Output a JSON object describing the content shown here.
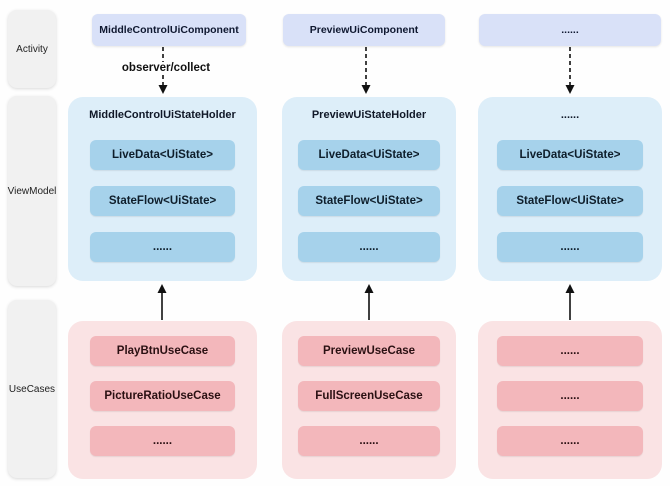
{
  "diagram": {
    "layers": [
      {
        "label": "Activity"
      },
      {
        "label": "ViewModel"
      },
      {
        "label": "UseCases"
      }
    ],
    "arrow_label": "observer/collect",
    "columns": [
      {
        "component": "MiddleControlUiComponent",
        "state_holder": {
          "title": "MiddleControlUiStateHolder",
          "items": [
            "LiveData<UiState>",
            "StateFlow<UiState>",
            "......"
          ]
        },
        "use_cases": [
          "PlayBtnUseCase",
          "PictureRatioUseCase",
          "......"
        ]
      },
      {
        "component": "PreviewUiComponent",
        "state_holder": {
          "title": "PreviewUiStateHolder",
          "items": [
            "LiveData<UiState>",
            "StateFlow<UiState>",
            "......"
          ]
        },
        "use_cases": [
          "PreviewUseCase",
          "FullScreenUseCase",
          "......"
        ]
      },
      {
        "component": "......",
        "state_holder": {
          "title": "......",
          "items": [
            "LiveData<UiState>",
            "StateFlow<UiState>",
            "......"
          ]
        },
        "use_cases": [
          "......",
          "......",
          "......"
        ]
      }
    ],
    "colors": {
      "component_box": "#d9e1f8",
      "state_holder_bg": "#ddeef9",
      "state_item_bg": "#a6d2eb",
      "usecase_bg": "#fae3e4",
      "usecase_item_bg": "#f3b7bb",
      "layer_label_bg": "#f1f1f1",
      "arrow": "#111111"
    }
  }
}
